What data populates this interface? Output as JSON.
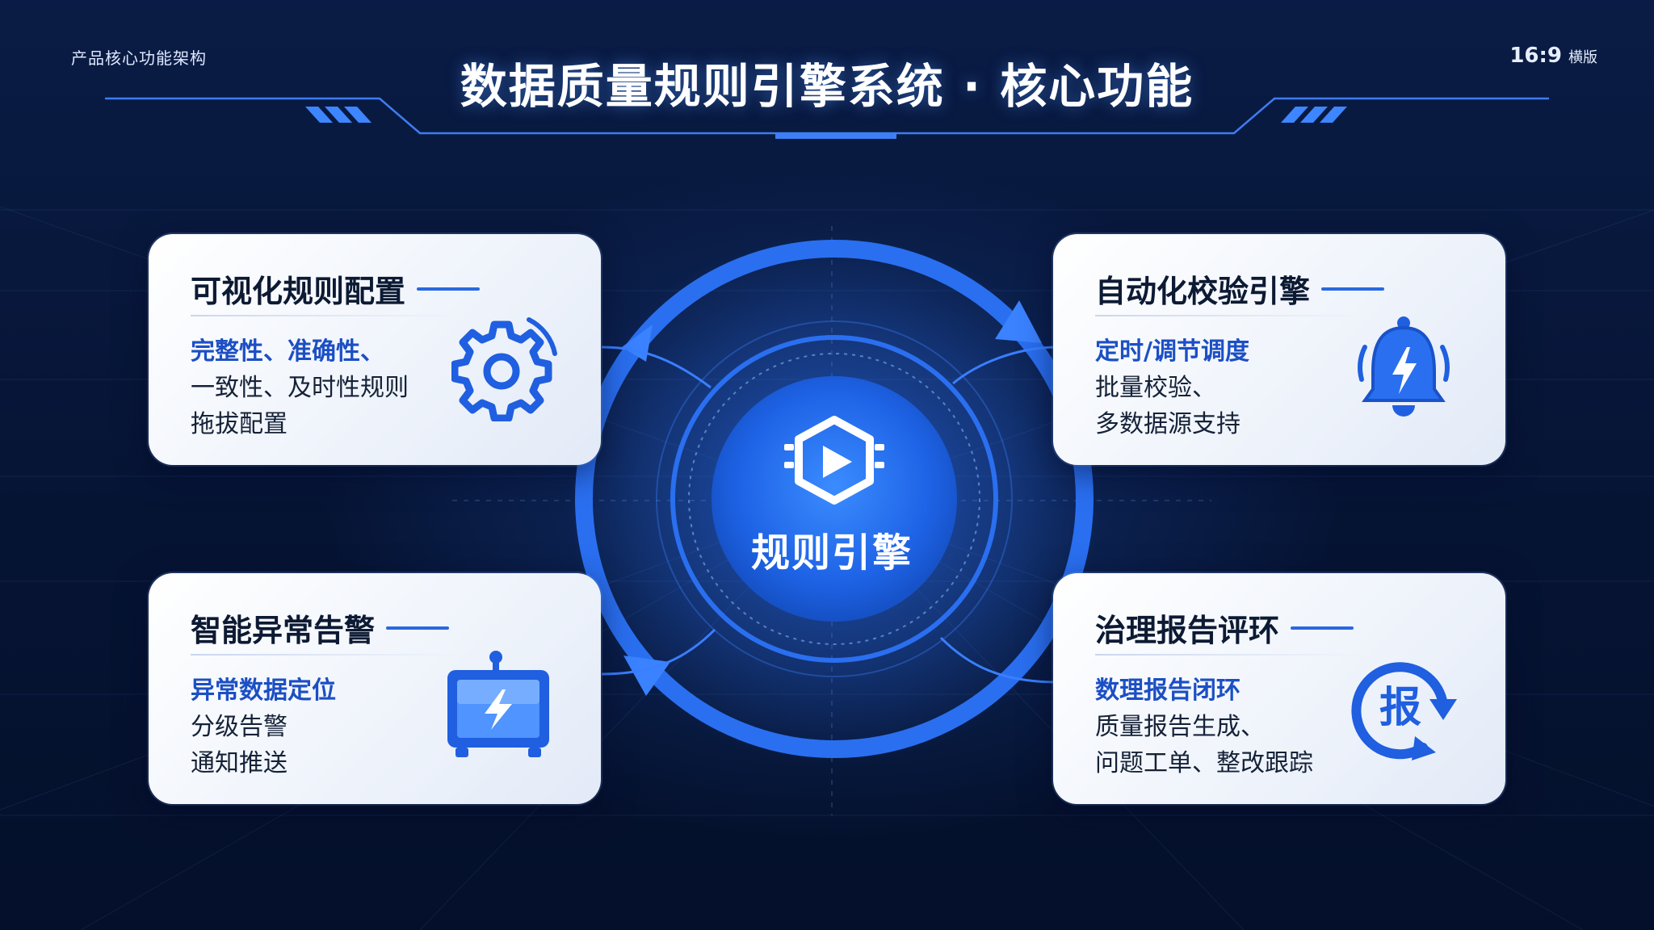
{
  "header": {
    "top_left_label": "产品核心功能架构",
    "title": "数据质量规则引擎系统 · 核心功能",
    "ratio": "16:9",
    "ratio_suffix": "横版"
  },
  "center": {
    "label": "规则引擎",
    "icon": "play-chip-icon"
  },
  "cards": [
    {
      "title": "可视化规则配置",
      "highlight": "完整性、准确性、",
      "lines": [
        "一致性、及时性规则",
        "拖拔配置"
      ],
      "icon": "gear-icon"
    },
    {
      "title": "自动化校验引擎",
      "highlight": "定时/调节调度",
      "lines": [
        "批量校验、",
        "多数据源支持"
      ],
      "icon": "bell-icon"
    },
    {
      "title": "智能异常告警",
      "highlight": "异常数据定位",
      "lines": [
        "分级告警",
        "通知推送"
      ],
      "icon": "monitor-alert-icon"
    },
    {
      "title": "治理报告评环",
      "highlight": "数理报告闭环",
      "lines": [
        "质量报告生成、",
        "问题工单、整改跟踪"
      ],
      "icon": "report-cycle-icon",
      "icon_text": "报"
    }
  ],
  "colors": {
    "background": "#07173a",
    "accent": "#2a68e0",
    "highlight_text": "#1c4fc4",
    "card_bg": "#ffffff"
  }
}
